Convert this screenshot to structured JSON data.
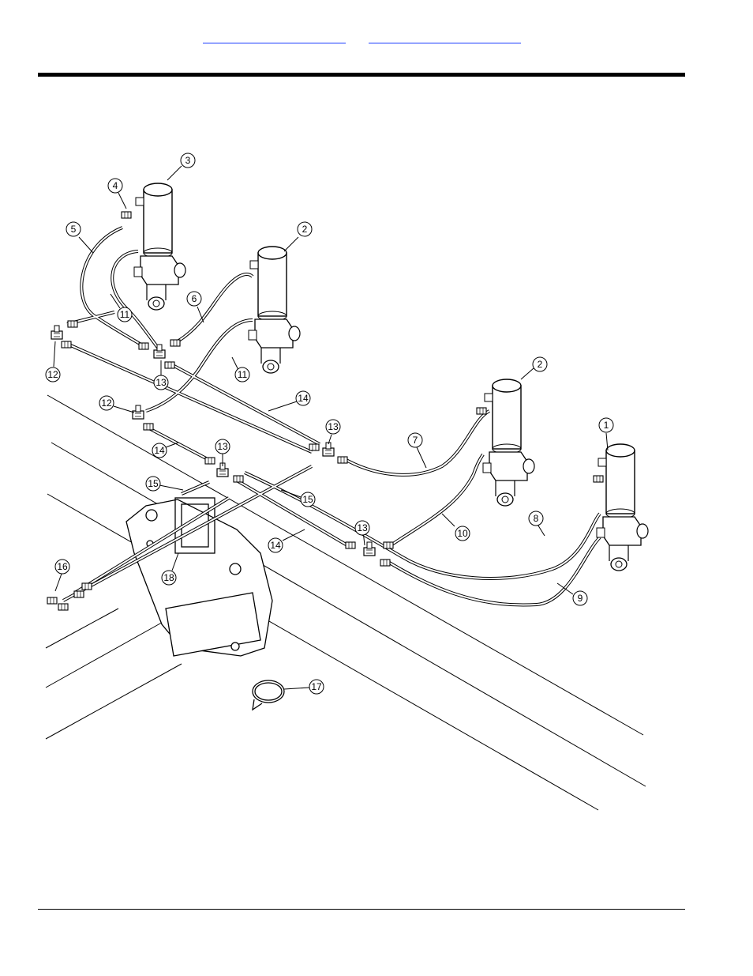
{
  "nav": {
    "left_link": "",
    "right_link": ""
  },
  "callouts": [
    {
      "id": "c3",
      "label": "3"
    },
    {
      "id": "c4",
      "label": "4"
    },
    {
      "id": "c5",
      "label": "5"
    },
    {
      "id": "c2a",
      "label": "2"
    },
    {
      "id": "c11a",
      "label": "11"
    },
    {
      "id": "c6",
      "label": "6"
    },
    {
      "id": "c12a",
      "label": "12"
    },
    {
      "id": "c13a",
      "label": "13"
    },
    {
      "id": "c11b",
      "label": "11"
    },
    {
      "id": "c14a",
      "label": "14"
    },
    {
      "id": "c2b",
      "label": "2"
    },
    {
      "id": "c12b",
      "label": "12"
    },
    {
      "id": "c13b",
      "label": "13"
    },
    {
      "id": "c7",
      "label": "7"
    },
    {
      "id": "c1",
      "label": "1"
    },
    {
      "id": "c14b",
      "label": "14"
    },
    {
      "id": "c13c",
      "label": "13"
    },
    {
      "id": "c15a",
      "label": "15"
    },
    {
      "id": "c15b",
      "label": "15"
    },
    {
      "id": "c10",
      "label": "10"
    },
    {
      "id": "c8",
      "label": "8"
    },
    {
      "id": "c14c",
      "label": "14"
    },
    {
      "id": "c13d",
      "label": "13"
    },
    {
      "id": "c16",
      "label": "16"
    },
    {
      "id": "c18",
      "label": "18"
    },
    {
      "id": "c9",
      "label": "9"
    },
    {
      "id": "c17",
      "label": "17"
    }
  ]
}
